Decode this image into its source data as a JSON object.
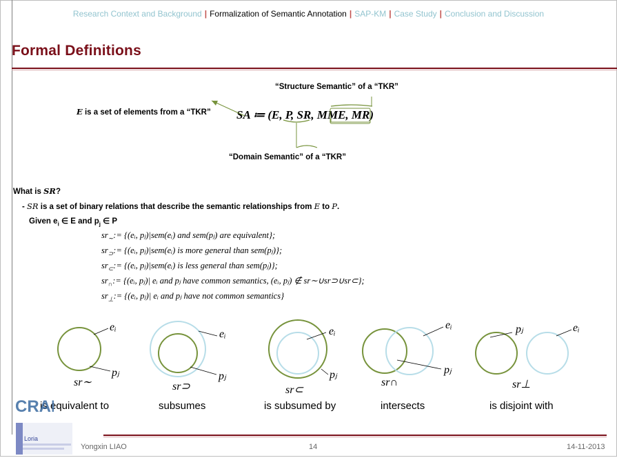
{
  "nav": {
    "items": [
      {
        "label": "Research Context and Background",
        "active": false
      },
      {
        "label": "Formalization of Semantic Annotation",
        "active": true
      },
      {
        "label": "SAP-KM",
        "active": false
      },
      {
        "label": "Case Study",
        "active": false
      },
      {
        "label": "Conclusion and Discussion",
        "active": false
      }
    ],
    "separator": "|"
  },
  "title": "Formal Definitions",
  "formula_section": {
    "e_note_var": "E",
    "e_note_text": " is a set of elements from a “TKR”",
    "structure_label": "“Structure Semantic” of a “TKR”",
    "formula": "SA ≔ (E, P, SR, MME, MR)",
    "domain_label": "“Domain Semantic” of a “TKR”"
  },
  "question": {
    "prefix": "What is ",
    "var": "SR",
    "suffix": "?"
  },
  "definition": {
    "bullet": "- ",
    "line1_var": "SR",
    "line1_text": " is a set of binary relations that describe the semantic relationships from ",
    "line1_e": "E",
    "line1_to": " to ",
    "line1_p": "P",
    "line1_end": ".",
    "given": "Given e",
    "given_sub_i": "i",
    "given_mid": " ∈ E and p",
    "given_sub_j": "j",
    "given_end": " ∈ P"
  },
  "relations": [
    {
      "lhs": "sr",
      "sub": "∼",
      "rhs": ":= {(eᵢ, pⱼ)|sem(eᵢ) and sem(pⱼ) are equivalent};"
    },
    {
      "lhs": "sr",
      "sub": "⊃",
      "rhs": ":= {(eᵢ, pⱼ)|sem(eᵢ) is  more general than sem(pⱼ)};"
    },
    {
      "lhs": "sr",
      "sub": "⊂",
      "rhs": ":= {(eᵢ, pⱼ)|sem(eᵢ) is  less general than sem(pⱼ)};"
    },
    {
      "lhs": "sr",
      "sub": "∩",
      "rhs": ":= {(eᵢ, pⱼ)| eᵢ and pⱼ have common semantics, (eᵢ, pⱼ) ∉ sr∼∪sr⊃∪sr⊂};"
    },
    {
      "lhs": "sr",
      "sub": "⊥",
      "rhs": ":= {(eᵢ, pⱼ)| eᵢ and pⱼ have not common semantics}"
    }
  ],
  "diagrams": [
    {
      "symbol": "sr∼",
      "caption": "is equivalent to",
      "e_label": "eᵢ",
      "p_label": "pⱼ"
    },
    {
      "symbol": "sr⊃",
      "caption": "subsumes",
      "e_label": "eᵢ",
      "p_label": "pⱼ"
    },
    {
      "symbol": "sr⊂",
      "caption": "is subsumed by",
      "e_label": "eᵢ",
      "p_label": "pⱼ"
    },
    {
      "symbol": "sr∩",
      "caption": "intersects",
      "e_label": "eᵢ",
      "p_label": "pⱼ"
    },
    {
      "symbol": "sr⊥",
      "caption": "is disjoint with",
      "e_label": "eᵢ",
      "p_label": "pⱼ"
    }
  ],
  "colors": {
    "green": "#77933c",
    "light_blue": "#b7dde8",
    "title_red": "#7a0f19",
    "nav_inactive": "#92c4cf",
    "nav_sep": "#c0504d"
  },
  "logos": {
    "cran": "CRAN",
    "loria": "Loria"
  },
  "footer": {
    "author": "Yongxin LIAO",
    "page": "14",
    "date": "14-11-2013"
  }
}
